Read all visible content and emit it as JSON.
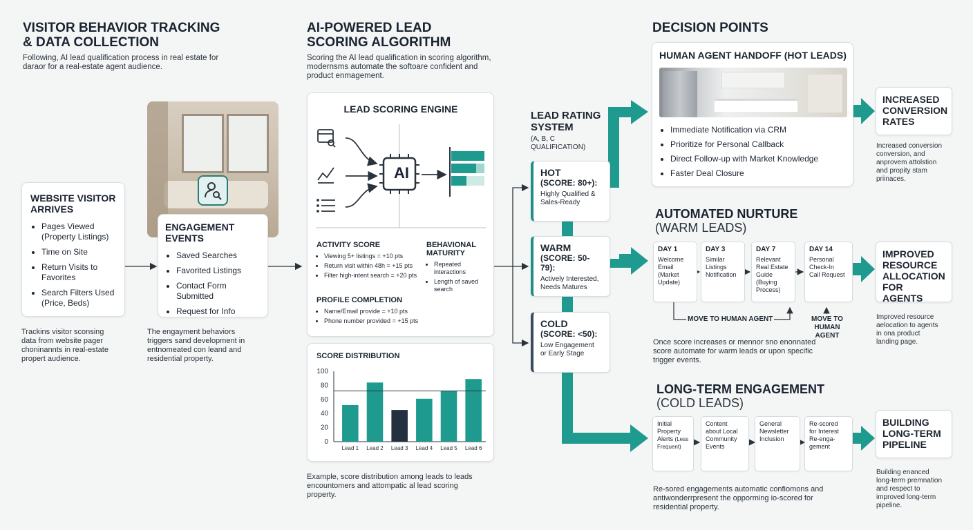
{
  "sections": {
    "visitor": {
      "title_line1": "VISITOR BEHAVIOR TRACKING",
      "title_line2": "& DATA COLLECTION",
      "desc_line1": "Following, AI lead qualification process in real estate for",
      "desc_line2": "daraor for a real-estate agent audience."
    },
    "scoring": {
      "title_line1": "AI-POWERED LEAD",
      "title_line2": "SCORING ALGORITHM",
      "desc_line1": "Scoring the AI lead qualification in scoring algorithm,",
      "desc_line2": "modernsms automate the softoare confident and",
      "desc_line3": "product enmagement."
    },
    "decision": {
      "title": "DECISION POINTS"
    }
  },
  "website_card": {
    "title_line1": "WEBSITE VISITOR",
    "title_line2": "ARRIVES",
    "items": [
      "Pages Viewed",
      "(Property Listings)",
      "Time on Site",
      "Return Visits to",
      "Favorites",
      "Search Filters Used",
      "(Price, Beds)"
    ],
    "caption_line1": "Trackins visitor sconsing",
    "caption_line2": "data from website pager",
    "caption_line3": "choninannts in real-estate",
    "caption_line4": "propert audience."
  },
  "engagement_card": {
    "title_line1": "ENGAGEMENT",
    "title_line2": "EVENTS",
    "items": [
      "Saved Searches",
      "Favorited Listings",
      "Contact Form Submitted",
      "Request for Info"
    ],
    "caption_line1": "The engayment behaviors",
    "caption_line2": "triggers sand development in",
    "caption_line3": "entnomeated con leand and",
    "caption_line4": "residential property."
  },
  "engine": {
    "title": "LEAD SCORING ENGINE",
    "ai_label": "AI",
    "activity_title": "ACTIVITY SCORE",
    "activity_items": [
      "Viewing 5+ listings = +10 pts",
      "Return visit within 48h = +15 pts",
      "Filter high-intent search = +20 pts"
    ],
    "behavioral_title_line1": "BEHAVIONAL",
    "behavioral_title_line2": "MATURITY",
    "behavioral_items": [
      "Repeated",
      "interactions",
      "Length of saved",
      "search"
    ],
    "profile_title": "PROFILE COMPLETION",
    "profile_items": [
      "Name/Email provide = +10 pts",
      "Phone number provided = +15 pts"
    ]
  },
  "distribution": {
    "title": "SCORE DISTRIBUTION",
    "caption_line1": "Example, score distribution among leads to leads",
    "caption_line2": "encountomers and attompatic al lead scoring",
    "caption_line3": "property."
  },
  "chart_data": {
    "type": "bar",
    "title": "SCORE DISTRIBUTION",
    "categories": [
      "Lead 1",
      "Lead 2",
      "Lead 3",
      "Lead 4",
      "Lead 5",
      "Lead 6"
    ],
    "values": [
      52,
      84,
      45,
      61,
      72,
      89
    ],
    "ylim": [
      0,
      100
    ],
    "yticks": [
      0,
      20,
      40,
      60,
      80,
      100
    ],
    "threshold": 72,
    "colors": {
      "default": "#1f9a8e",
      "highlight": "#23303f"
    },
    "highlight_index": 2
  },
  "rating": {
    "title_line1": "LEAD RATING",
    "title_line2": "SYSTEM",
    "sub_line1": "(A, B, C",
    "sub_line2": "QUALIFICATION)",
    "hot": {
      "name": "HOT",
      "score": "(SCORE: 80+):",
      "desc_line1": "Highly Qualified &",
      "desc_line2": "Sales-Ready"
    },
    "warm": {
      "name": "WARM",
      "score": "(SCORE: 50-79):",
      "desc_line1": "Actively Interested,",
      "desc_line2": "Needs Matures"
    },
    "cold": {
      "name": "COLD",
      "score": "(SCORE: <50):",
      "desc_line1": "Low Engagement",
      "desc_line2": "or Early Stage"
    }
  },
  "handoff": {
    "title": "HUMAN AGENT HANDOFF (HOT LEADS)",
    "items": [
      "Immediate Notification via CRM",
      "Prioritize for Personal Callback",
      "Direct Follow-up with Market Knowledge",
      "Faster Deal Closure"
    ]
  },
  "nurture": {
    "title": "AUTOMATED NURTURE",
    "subtitle": "(WARM LEADS)",
    "steps": [
      {
        "day": "DAY 1",
        "l1": "Welcome",
        "l2": "Email",
        "l3": "(Market",
        "l4": "Update)"
      },
      {
        "day": "DAY 3",
        "l1": "Similar",
        "l2": "Listings",
        "l3": "Notification",
        "l4": ""
      },
      {
        "day": "DAY 7",
        "l1": "Relevant",
        "l2": "Real Estate",
        "l3": "Guide",
        "l4": "(Buying",
        "l5": "Process)"
      },
      {
        "day": "DAY 14",
        "l1": "Personal",
        "l2": "Check-In",
        "l3": "Call Request",
        "l4": ""
      }
    ],
    "move_label": "MOVE TO HUMAN AGENT",
    "move_label2_line1": "MOVE TO",
    "move_label2_line2": "HUMAN AGENT",
    "caption_line1": "Once score increases or mennor sno enonnated",
    "caption_line2": "score automate for warm leads or upon specific",
    "caption_line3": "trigger events."
  },
  "longterm": {
    "title": "LONG-TERM ENGAGEMENT",
    "subtitle": "(COLD LEADS)",
    "steps": [
      {
        "l1": "Initial",
        "l2": "Property",
        "l3": "Alerts",
        "l3b": "(Less",
        "l4": "Frequent)"
      },
      {
        "l1": "Content",
        "l2": "about Local",
        "l3": "Community",
        "l4": "Events"
      },
      {
        "l1": "General",
        "l2": "Newsletter",
        "l3": "Inclusion"
      },
      {
        "l1": "Re-scored",
        "l2": "for Interest",
        "l3": "Re-enga-",
        "l4": "gement"
      }
    ],
    "caption_line1": "Re-sored engagements automatic confiomons and",
    "caption_line2": "antiwonderrpresent the opporming io-scored for",
    "caption_line3": "residential property."
  },
  "outcomes": {
    "conversion": {
      "title_line1": "INCREASED",
      "title_line2": "CONVERSION",
      "title_line3": "RATES",
      "desc_line1": "Increased conversion",
      "desc_line2": "conversion, and",
      "desc_line3": "anprovem attolstion",
      "desc_line4": "and propity stam",
      "desc_line5": "priinaces."
    },
    "resource": {
      "title_line1": "IMPROVED",
      "title_line2": "RESOURCE",
      "title_line3": "ALLOCATION",
      "title_line4": "FOR AGENTS",
      "desc_line1": "Improved resource",
      "desc_line2": "aelocation to agents",
      "desc_line3": "in ona product",
      "desc_line4": "landing page."
    },
    "pipeline": {
      "title_line1": "BUILDING",
      "title_line2": "LONG-TERM",
      "title_line3": "PIPELINE",
      "desc_line1": "Building enanced",
      "desc_line2": "long-term premnation",
      "desc_line3": "and respect to",
      "desc_line4": "improved long-term",
      "desc_line5": "pipeline."
    }
  },
  "colors": {
    "teal": "#1f9a8e",
    "navy": "#23303f",
    "text": "#1d2630"
  }
}
